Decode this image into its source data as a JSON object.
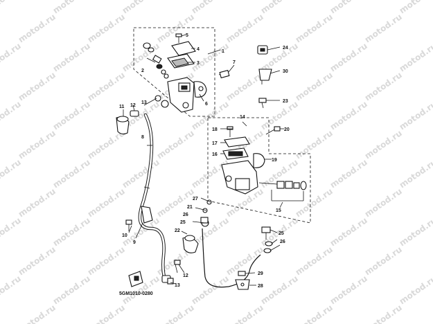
{
  "watermark": "motod.ru",
  "diagram_code": "5GM1010-0280",
  "callouts": {
    "c1": "1",
    "c2": "2",
    "c3": "3",
    "c4": "4",
    "c5": "5",
    "c6": "6",
    "c7": "7",
    "c8": "8",
    "c9": "9",
    "c10": "10",
    "c11": "11",
    "c12": "12",
    "c12b": "12",
    "c13": "13",
    "c13b": "13",
    "c14": "14",
    "c15": "15",
    "c16": "16",
    "c17": "17",
    "c18": "18",
    "c19": "19",
    "c20": "20",
    "c21": "21",
    "c22": "22",
    "c23": "23",
    "c24": "24",
    "c25": "25",
    "c25b": "25",
    "c26": "26",
    "c26b": "26",
    "c27": "27",
    "c28": "28",
    "c29": "29",
    "c30": "30"
  }
}
